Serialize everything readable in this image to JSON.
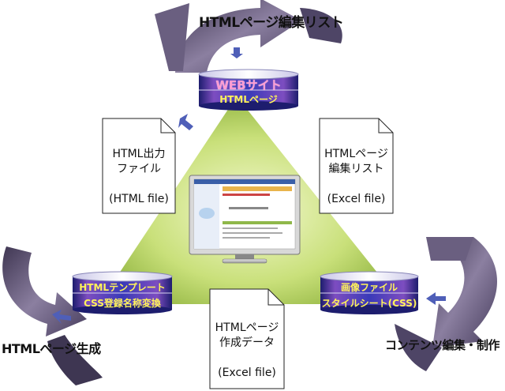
{
  "cycle_steps": {
    "top": "HTMLページ編集リスト",
    "bottom_left": "HTMLページ生成",
    "bottom_right": "コンテンツ編集・制作"
  },
  "databases": {
    "top": {
      "title": "WEBサイト",
      "subtitle": "HTMLページ"
    },
    "left": {
      "line1": "HTMLテンプレート",
      "line2": "CSS登録名称変換"
    },
    "right": {
      "line1": "画像ファイル",
      "line2": "スタイルシート(CSS)"
    }
  },
  "documents": {
    "html_output": {
      "line1": "HTML出力",
      "line2": "ファイル",
      "note": "(HTML file)"
    },
    "edit_list": {
      "line1": "HTMLページ",
      "line2": "編集リスト",
      "note": "(Excel file)"
    },
    "creation_data": {
      "line1": "HTMLページ",
      "line2": "作成データ",
      "note": "(Excel file)"
    }
  },
  "colors": {
    "triangle_light": "#eef6c4",
    "triangle_dark": "#6f9a1e",
    "drum_blue": "#2c2c9a",
    "drum_purple": "#7a3fb0",
    "drum_yellow_text": "#fff35a",
    "cycle_arrow": "#5b4f73"
  }
}
